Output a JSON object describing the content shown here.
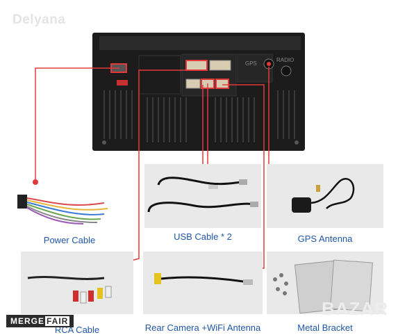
{
  "watermark": {
    "top_left": "Delyana",
    "bottom_right": "BAZAR"
  },
  "unit": {
    "labels": {
      "gps_port": "GPS",
      "radio_port": "RADIO"
    }
  },
  "accessories": [
    {
      "id": "power",
      "label": "Power Cable"
    },
    {
      "id": "usb",
      "label": "USB Cable * 2"
    },
    {
      "id": "gps",
      "label": "GPS Antenna"
    },
    {
      "id": "rca",
      "label": "RCA Cable"
    },
    {
      "id": "rearcam",
      "label": "Rear Camera +WiFi Antenna"
    },
    {
      "id": "bracket",
      "label": "Metal Bracket"
    }
  ],
  "brand_badge": {
    "merge": "MERGE",
    "fair": "FAIR"
  },
  "colors": {
    "label_blue": "#1f56a8",
    "line_red": "#e23a3a",
    "unit_black": "#1c1c1c",
    "panel_gray": "#e9e9e9"
  }
}
